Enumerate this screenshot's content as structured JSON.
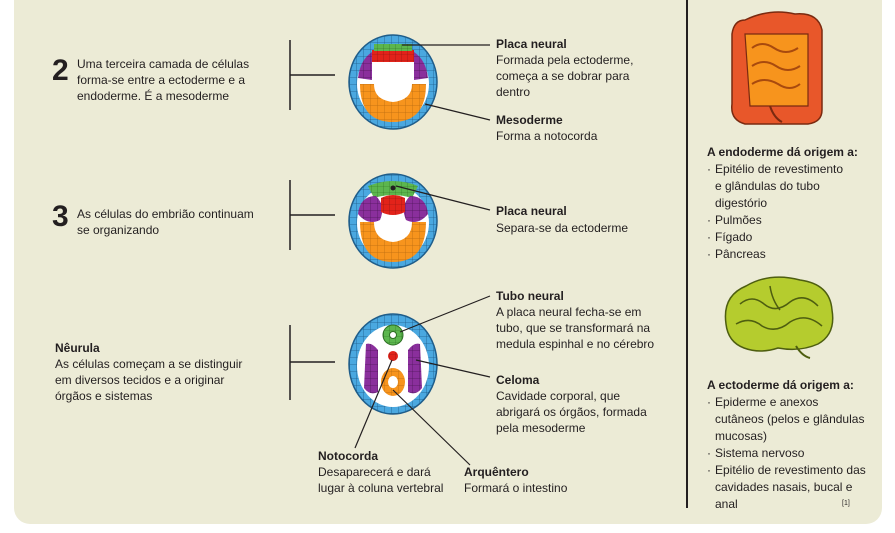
{
  "steps": {
    "step2": {
      "number": "2",
      "text": "Uma terceira camada de células forma-se entre a ectoderme e a endoderme. É a mesoderme"
    },
    "step3": {
      "number": "3",
      "text": "As células do embrião continuam se organizando"
    },
    "neurula": {
      "title": "Nêurula",
      "text": "As células começam a se distinguir em diversos tecidos e a originar órgãos e sistemas"
    }
  },
  "labels": {
    "placa1": {
      "title": "Placa neural",
      "desc": "Formada pela ectoderme, começa a se dobrar para dentro"
    },
    "mesoderme": {
      "title": "Mesoderme",
      "desc": "Forma a notocorda"
    },
    "placa2": {
      "title": "Placa neural",
      "desc": "Separa-se da ectoderme"
    },
    "tubo": {
      "title": "Tubo neural",
      "desc": "A placa neural fecha-se em tubo, que se transformará na medula espinhal e no cérebro"
    },
    "celoma": {
      "title": "Celoma",
      "desc": "Cavidade corporal, que abrigará os órgãos, formada pela mesoderme"
    },
    "notocorda": {
      "title": "Notocorda",
      "desc": "Desaparecerá e dará lugar à coluna vertebral"
    },
    "arquentero": {
      "title": "Arquêntero",
      "desc": "Formará o intestino"
    }
  },
  "endoderme": {
    "title": "A endoderme dá origem a:",
    "items": [
      "Epitélio de revestimento e glândulas do tubo digestório",
      "Pulmões",
      "Fígado",
      "Pâncreas"
    ]
  },
  "ectoderme": {
    "title": "A ectoderme dá origem a:",
    "items": [
      "Epiderme e anexos cutâneos (pelos e glândulas mucosas)",
      "Sistema nervoso",
      "Epitélio de revestimento das cavidades nasais, bucal e anal"
    ]
  },
  "footnote": "[1]",
  "colors": {
    "ectoderm": "#3a9bd5",
    "mesoderm": "#7b2a8c",
    "endoderm": "#f7941d",
    "neural": "#5cb64e",
    "notochord": "#e2231a",
    "intestine_icon": "#e8572a",
    "brain_icon": "#b5cc2e"
  }
}
